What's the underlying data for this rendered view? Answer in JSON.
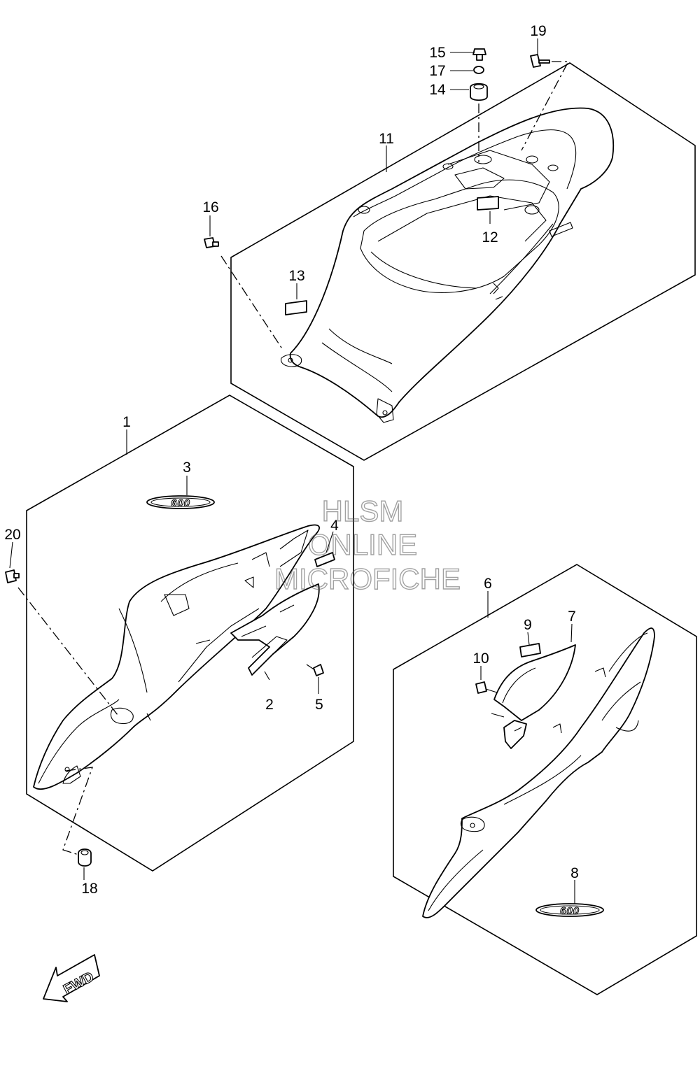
{
  "watermark": {
    "line1": "HLSM",
    "line2": "ONLINE",
    "line3": "MICROFICHE"
  },
  "direction_marker": {
    "label": "FWD",
    "icon": "fwd-arrow-icon"
  },
  "emblem_text": "600",
  "callouts": {
    "p1": "1",
    "p2": "2",
    "p3": "3",
    "p4": "4",
    "p5": "5",
    "p6": "6",
    "p7": "7",
    "p8": "8",
    "p9": "9",
    "p10": "10",
    "p11": "11",
    "p12": "12",
    "p13": "13",
    "p14": "14",
    "p15": "15",
    "p16": "16",
    "p17": "17",
    "p18": "18",
    "p19": "19",
    "p20": "20"
  }
}
